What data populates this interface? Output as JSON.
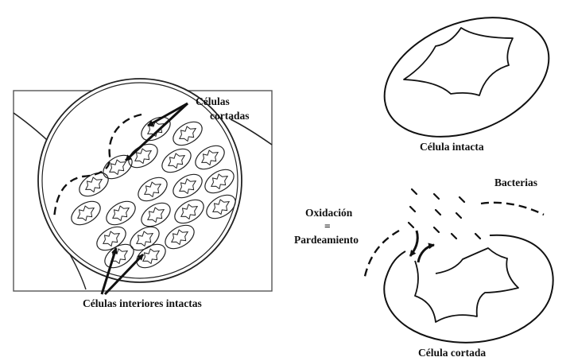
{
  "labels": {
    "cut_cells_line1": "Células",
    "cut_cells_line2": "cortadas",
    "interior_cells": "Células interiores intactas",
    "intact_cell": "Célula intacta",
    "bacteria": "Bacterias",
    "oxidation_line1": "Oxidación",
    "oxidation_line2": "=",
    "oxidation_line3": "Pardeamiento",
    "cut_cell": "Célula cortada"
  },
  "colors": {
    "ink": "#111111",
    "panel_border": "#555555",
    "background": "#ffffff"
  }
}
